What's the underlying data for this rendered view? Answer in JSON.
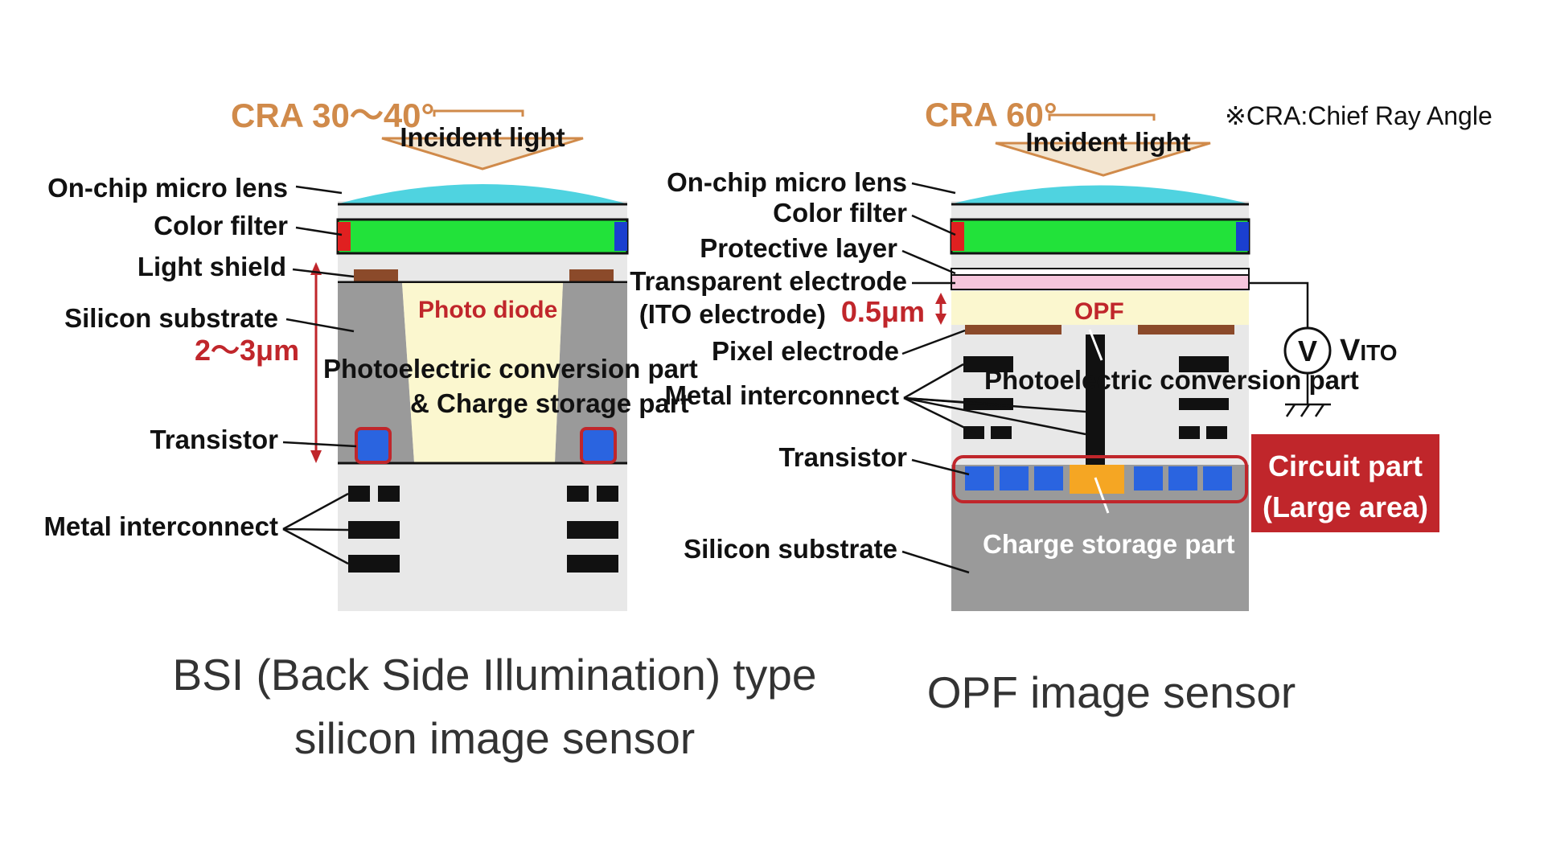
{
  "bsi": {
    "cra_label": "CRA 30～40°",
    "incident_light": "Incident light",
    "labels": {
      "micro_lens": "On-chip micro lens",
      "color_filter": "Color filter",
      "light_shield": "Light shield",
      "silicon_substrate": "Silicon substrate",
      "thickness": "2～3μm",
      "transistor": "Transistor",
      "metal_interconnect": "Metal interconnect",
      "photo_diode": "Photo diode",
      "conversion_line1": "Photoelectric conversion part",
      "conversion_line2": "& Charge storage part"
    },
    "caption_line1": "BSI (Back Side Illumination) type",
    "caption_line2": "silicon image sensor"
  },
  "opf": {
    "cra_label": "CRA 60°",
    "cra_note": "※CRA:Chief Ray Angle",
    "incident_light": "Incident light",
    "labels": {
      "micro_lens": "On-chip micro lens",
      "color_filter": "Color filter",
      "protective_layer": "Protective layer",
      "transparent_electrode": "Transparent electrode",
      "ito_electrode": "(ITO electrode)",
      "thickness": "0.5μm",
      "opf": "OPF",
      "pixel_electrode": "Pixel electrode",
      "metal_interconnect": "Metal interconnect",
      "conversion": "Photoelectric conversion part",
      "transistor": "Transistor",
      "silicon_substrate": "Silicon substrate",
      "charge_storage": "Charge storage part",
      "voltmeter": "V",
      "vito_main": "V",
      "vito_sub": "ITO",
      "circuit_line1": "Circuit part",
      "circuit_line2": "(Large area)"
    },
    "caption": "OPF image sensor"
  },
  "colors": {
    "micro_lens": "#4fd3e0",
    "color_filter_green": "#22e23a",
    "color_filter_red": "#e02020",
    "color_filter_blue": "#1a3fd0",
    "light_shield": "#8b4a2a",
    "substrate_gray": "#9a9a9a",
    "photodiode_fill": "#fbf7cf",
    "transistor_blue": "#2a64e0",
    "highlight_red": "#c0262b",
    "protective_pink": "#f6c6dc",
    "cra_orange": "#d08a4a"
  }
}
